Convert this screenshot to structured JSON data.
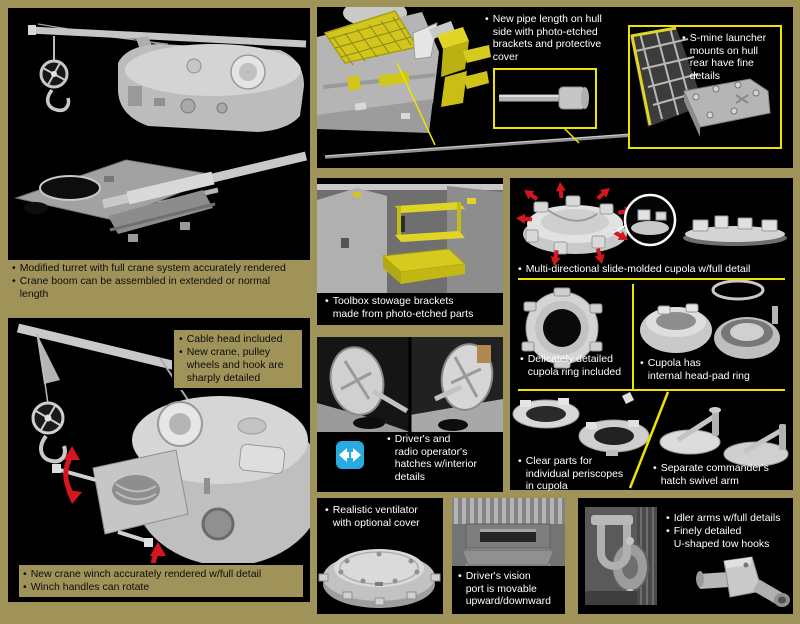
{
  "ui": {
    "bullet": "•"
  },
  "colors": {
    "background": "#a09359",
    "panel_black": "#000000",
    "accent_yellow": "#efe300",
    "photo_etch_yellow": "#d9cd1f",
    "arrow_red": "#d6161e",
    "icon_cyan": "#29abe2",
    "text_light": "#ffffff",
    "text_dark": "#0d0d0d"
  },
  "panels": {
    "turret_crane": {
      "bullets": [
        "Modified turret with full crane system accurately rendered",
        "Crane boom can be assembled in extended or normal\nlength"
      ]
    },
    "hull_pipe": {
      "bullet": "New pipe length on hull\nside with photo-etched\nbrackets and protective\ncover"
    },
    "smine": {
      "bullet": "S-mine launcher\nmounts on hull\nrear have fine\ndetails"
    },
    "toolbox": {
      "bullet": "Toolbox stowage brackets\nmade from photo-etched parts"
    },
    "cupola": {
      "multi": "Multi-directional slide-molded cupola w/full detail",
      "ring": "Delicately detailed\ncupola ring included",
      "headpad": "Cupola has\ninternal head-pad ring",
      "clear": "Clear parts for\nindividual periscopes\nin cupola",
      "swivel": "Separate commander's\nhatch swivel arm"
    },
    "crane_winch": {
      "cable_bullets": [
        "Cable head included",
        "New crane, pulley\nwheels and hook are\nsharply detailed"
      ],
      "winch_bullets": [
        "New crane winch accurately rendered w/full detail",
        "Winch handles can rotate"
      ]
    },
    "hatches": {
      "bullet": "Driver's and\nradio operator's\nhatches w/interior\ndetails"
    },
    "ventilator": {
      "bullet": "Realistic ventilator\nwith optional cover"
    },
    "vision_port": {
      "bullet": "Driver's vision\nport is movable\nupward/downward"
    },
    "idler_tow": {
      "bullets": [
        "Idler arms w/full details",
        "Finely detailed\nU-shaped tow hooks"
      ]
    }
  }
}
